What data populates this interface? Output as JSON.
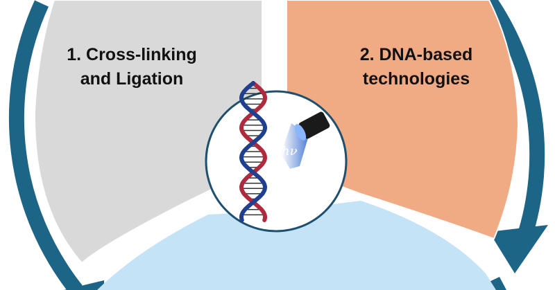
{
  "diagram": {
    "segment_1": {
      "line1": "1. Cross-linking",
      "line2": "and Ligation",
      "color": "#d9d9d9"
    },
    "segment_2": {
      "line1": "2. DNA-based",
      "line2": "technologies",
      "color": "#f0aa84"
    },
    "segment_3": {
      "color": "#c5e3f6"
    },
    "arrow_color": "#1d6587",
    "center": {
      "light_symbol": "hν",
      "dna_colors": {
        "strand_a": "#b02a3d",
        "strand_b": "#1f3f8f"
      },
      "lamp_color": "#1a1a1a",
      "light_color": "#8ab6ff"
    }
  }
}
